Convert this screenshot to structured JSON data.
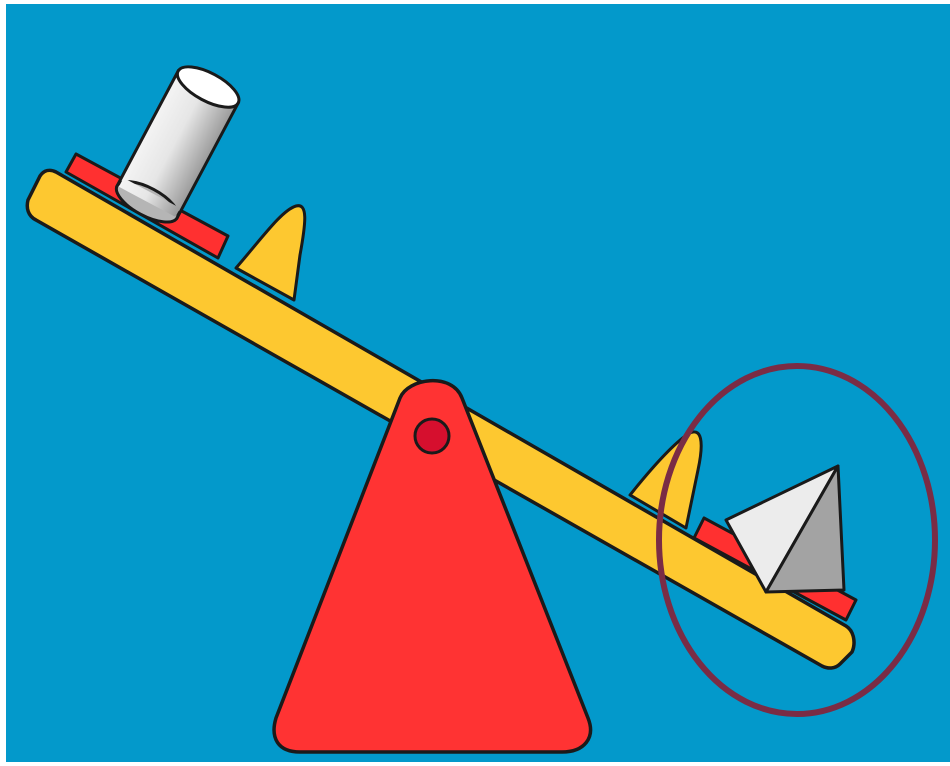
{
  "scene": {
    "description_free": true,
    "colors": {
      "background": "#0399CB",
      "frame": "#FFFFFF",
      "plank": "#FDC830",
      "plank_handle": "#FDC830",
      "fulcrum": "#FF3333",
      "pivot_pin": "#D60F2E",
      "seat_pad": "#FF3030",
      "outline": "#1A1A1A",
      "highlight_ellipse": "#7A2C45",
      "cylinder_light": "#F4F4F4",
      "cylinder_dark": "#9A9A9A",
      "pyramid_light": "#ECECEC",
      "pyramid_dark": "#A3A3A3"
    },
    "objects": {
      "left_load": "cylinder",
      "right_load": "pyramid",
      "highlighted": "right_load"
    }
  }
}
